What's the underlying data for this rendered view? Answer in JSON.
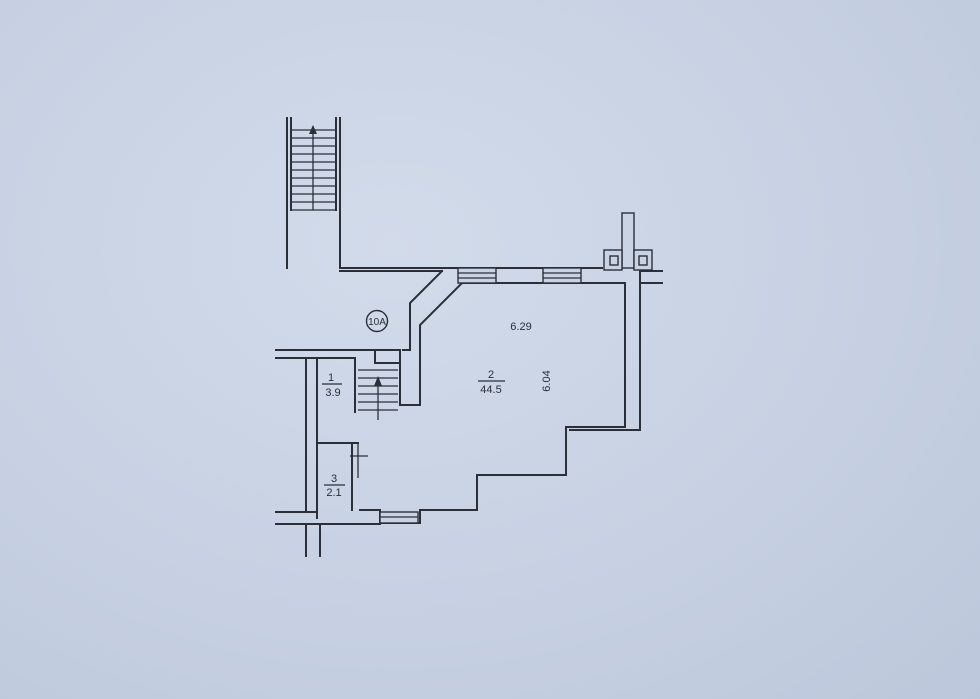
{
  "colors": {
    "paper": "#c9d3e4",
    "ink": "#2b2f3a"
  },
  "building_marker": "10А",
  "rooms": [
    {
      "number": "1",
      "area": "3.9"
    },
    {
      "number": "2",
      "area": "44.5"
    },
    {
      "number": "3",
      "area": "2.1"
    }
  ],
  "dimensions": {
    "width": "6.29",
    "depth": "6.04"
  }
}
